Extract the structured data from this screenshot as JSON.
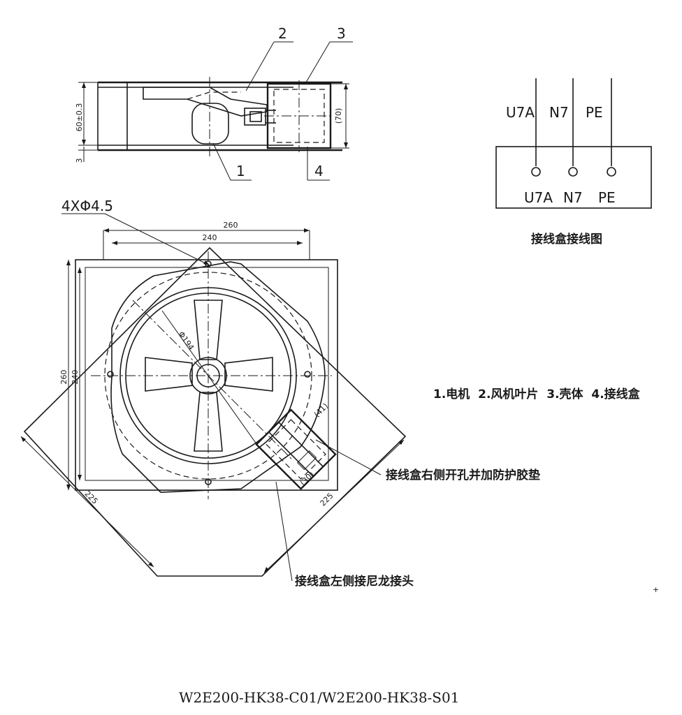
{
  "side_view": {
    "callouts": [
      "2",
      "3",
      "1",
      "4"
    ],
    "dim_height": "60±0.3",
    "dim_box": "(70)",
    "dim_small": "3"
  },
  "front_view": {
    "holes_label": "4XΦ4.5",
    "dim_260_h": "260",
    "dim_240_h": "240",
    "dim_260_v": "260",
    "dim_240_v": "240",
    "dim_diameter": "Φ194",
    "dim_225_left": "225",
    "dim_225_right": "225",
    "dim_box_a": "(41)",
    "dim_box_b": "(30)"
  },
  "wiring": {
    "top_labels": [
      "U7A",
      "N7",
      "PE"
    ],
    "bottom_labels": [
      "U7A",
      "N7",
      "PE"
    ],
    "caption": "接线盒接线图"
  },
  "legend": "1.电机  2.风机叶片  3.壳体  4.接线盒",
  "notes": {
    "right_side": "接线盒右侧开孔并加防护胶垫",
    "left_side": "接线盒左侧接尼龙接头"
  },
  "model": "W2E200-HK38-C01/W2E200-HK38-S01"
}
